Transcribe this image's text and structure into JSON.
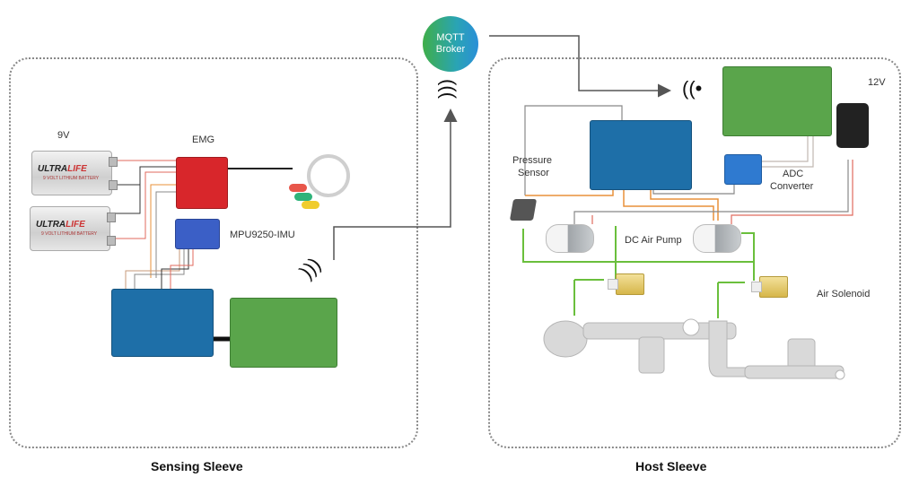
{
  "broker": {
    "label": "MQTT\nBroker",
    "line1": "MQTT",
    "line2": "Broker",
    "gradient": [
      "#3fae49",
      "#2a8fd8"
    ]
  },
  "sensing_sleeve": {
    "title": "Sensing Sleeve",
    "components": {
      "battery_label": "9V",
      "battery_brand": "ULTRALIFE",
      "battery_sub": "9 VOLT LITHIUM BATTERY",
      "emg_label": "EMG",
      "imu_label": "MPU9250-IMU"
    }
  },
  "host_sleeve": {
    "title": "Host Sleeve",
    "components": {
      "power_label": "12V",
      "pressure_sensor_label_1": "Pressure",
      "pressure_sensor_label_2": "Sensor",
      "adc_label_1": "ADC",
      "adc_label_2": "Converter",
      "pump_label": "DC Air Pump",
      "solenoid_label": "Air Solenoid"
    }
  },
  "icons": {
    "wifi": "wifi-icon",
    "arrow": "arrow-icon"
  },
  "colors": {
    "wire_green": "#6abf3c",
    "wire_orange": "#e8913a",
    "wire_red": "#e06a5e",
    "wire_gray": "#8a8a8a",
    "arduino": "#1e6fa8",
    "raspberry_pi": "#5aa54b",
    "emg_board": "#d8262b"
  }
}
